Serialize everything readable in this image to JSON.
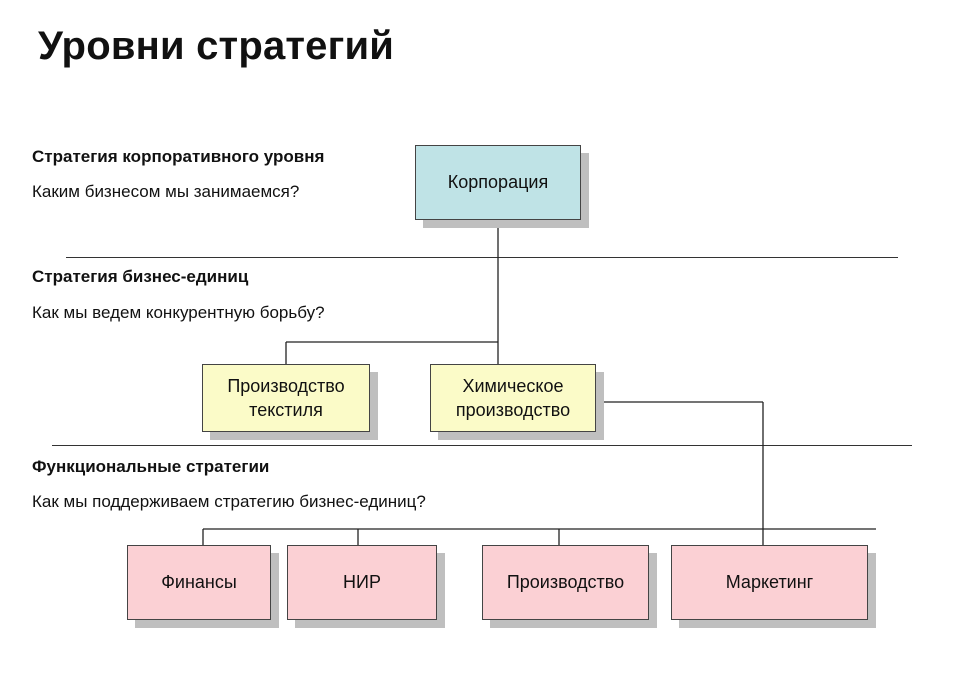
{
  "title": "Уровни стратегий",
  "sections": [
    {
      "heading": "Стратегия корпоративного уровня",
      "question": "Каким бизнесом мы занимаемся?"
    },
    {
      "heading": "Стратегия бизнес-единиц",
      "question": "Как мы ведем конкурентную борьбу?"
    },
    {
      "heading": "Функциональные стратегии",
      "question": "Как мы поддерживаем стратегию бизнес-единиц?"
    }
  ],
  "boxes": {
    "corporation": "Корпорация",
    "textile": "Производство\nтекстиля",
    "chemical": "Химическое\nпроизводство",
    "finance": "Финансы",
    "rnd": "НИР",
    "production": "Производство",
    "marketing": "Маркетинг"
  },
  "colors": {
    "corporate": "#bfe3e6",
    "business_unit": "#fbfbc8",
    "functional": "#fbd0d4"
  }
}
